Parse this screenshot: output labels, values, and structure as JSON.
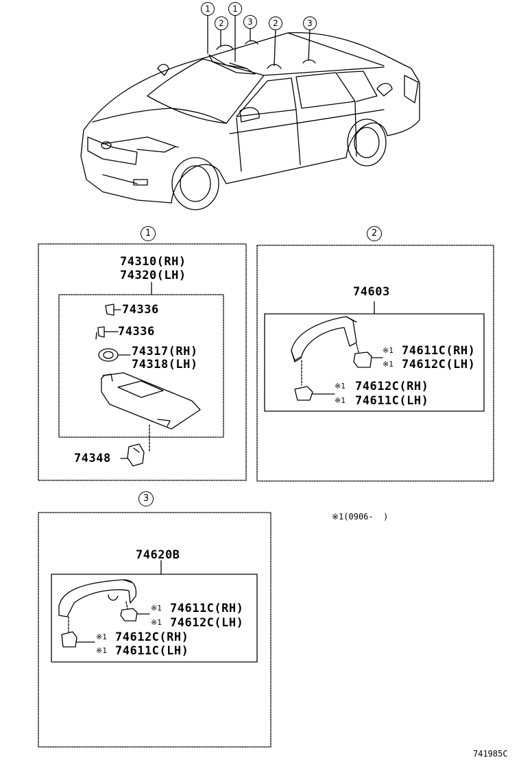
{
  "callouts": {
    "c1": "1",
    "c2": "2",
    "c3": "3"
  },
  "panel1": {
    "num": "1",
    "title_rh": "74310(RH)",
    "title_lh": "74320(LH)",
    "clip_a": "74336",
    "clip_b": "74336",
    "holder_rh": "74317(RH)",
    "holder_lh": "74318(LH)",
    "hook": "74348"
  },
  "panel2": {
    "num": "2",
    "title": "74603",
    "m1": "※1",
    "cap_rh": "74611C(RH)",
    "m2": "※1",
    "cap_lh": "74612C(LH)",
    "m3": "※1",
    "cap2_rh": "74612C(RH)",
    "m4": "※1",
    "cap2_lh": "74611C(LH)"
  },
  "panel3": {
    "num": "3",
    "title": "74620B",
    "m1": "※1",
    "cap_rh": "74611C(RH)",
    "m2": "※1",
    "cap_lh": "74612C(LH)",
    "m3": "※1",
    "cap2_rh": "74612C(RH)",
    "m4": "※1",
    "cap2_lh": "74611C(LH)"
  },
  "note": "※1(0906-  )",
  "figure_id": "741985C"
}
